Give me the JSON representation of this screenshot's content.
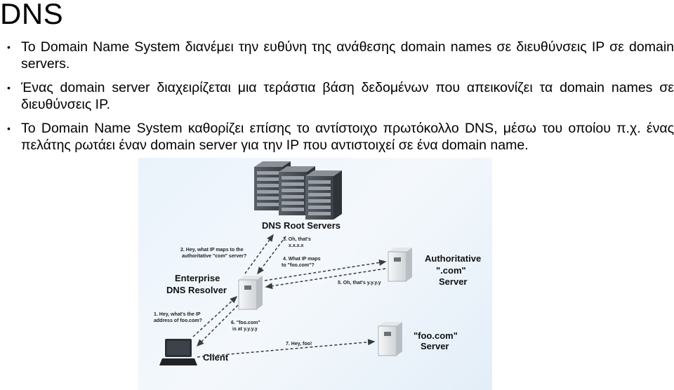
{
  "title": "DNS",
  "bullets": [
    "To Domain Name System διανέμει την ευθύνη της ανάθεσης domain names σε διευθύνσεις IP σε domain servers.",
    "Ένας domain server διαχειρίζεται μια τεράστια βάση δεδομένων που απεικονίζει τα domain names σε διευθύνσεις IP.",
    "Το Domain Name System καθορίζει επίσης το αντίστοιχο πρωτόκολλο DNS, μέσω του οποίου π.χ. ένας πελάτης ρωτάει έναν domain server για την IP που αντιστοιχεί σε ένα domain name."
  ],
  "diagram": {
    "nodes": {
      "root": "DNS Root Servers",
      "resolver_line1": "Enterprise",
      "resolver_line2": "DNS Resolver",
      "auth_line1": "Authoritative",
      "auth_line2": "\".com\"",
      "auth_line3": "Server",
      "foo_line1": "\"foo.com\"",
      "foo_line2": "Server",
      "client": "Client"
    },
    "steps": {
      "s1_line1": "1. Hey, what's the IP",
      "s1_line2": "address of foo.com?",
      "s2_line1": "2. Hey, what IP maps to the",
      "s2_line2": "authoritative \"com\" server?",
      "s3_line1": "3. Oh, that's",
      "s3_line2": "x.x.x.x",
      "s4_line1": "4. What IP maps",
      "s4_line2": "to \"foo.com\"?",
      "s5": "5. Oh, that's y.y.y.y",
      "s6_line1": "6. \"foo.com\"",
      "s6_line2": "is at y.y.y.y",
      "s7": "7. Hey, foo!"
    },
    "colors": {
      "arrow": "#3b3b3b",
      "server_dark": "#4a4f55",
      "server_light": "#e6e8ea"
    }
  }
}
